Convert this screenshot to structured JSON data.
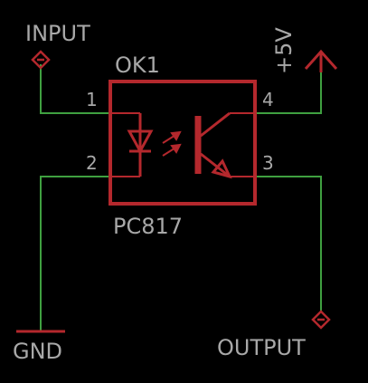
{
  "component": {
    "reference": "OK1",
    "value": "PC817",
    "pins": {
      "p1": "1",
      "p2": "2",
      "p3": "3",
      "p4": "4"
    }
  },
  "nets": {
    "input": "INPUT",
    "gnd": "GND",
    "vcc": "+5V",
    "output": "OUTPUT"
  },
  "colors": {
    "background": "#000000",
    "symbol": "#b4282d",
    "wire": "#3fa040",
    "text": "#a8a8a8"
  }
}
